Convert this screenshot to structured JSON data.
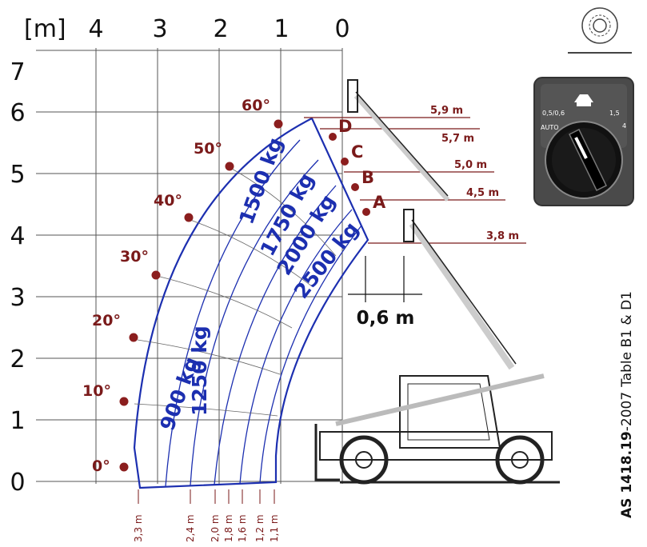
{
  "chart_data": {
    "type": "diagram",
    "x_unit_label": "[m]",
    "x_ticks": [
      "4",
      "3",
      "2",
      "1",
      "0"
    ],
    "y_ticks": [
      "0",
      "1",
      "2",
      "3",
      "4",
      "5",
      "6",
      "7"
    ],
    "angle_labels": [
      "0°",
      "10°",
      "20°",
      "30°",
      "40°",
      "50°",
      "60°"
    ],
    "point_labels": [
      "D",
      "C",
      "B",
      "A"
    ],
    "height_labels": [
      "5,9 m",
      "5,7 m",
      "5,0 m",
      "4,5 m",
      "3,8 m"
    ],
    "reach_labels": [
      "3,3 m",
      "2,4 m",
      "2,0 m",
      "1,8 m",
      "1,6 m",
      "1,2 m",
      "1,1 m"
    ],
    "load_zones": [
      "900 kg",
      "1250 kg",
      "1500 kg",
      "1750 kg",
      "2000 kg",
      "2500 kg"
    ],
    "offset_label": "0,6 m",
    "standard": {
      "code": "AS 1418.19",
      "year": "-2007",
      "suffix": "Table B1 & D1"
    },
    "selector": {
      "positions": [
        "0,5/0,6",
        "1,5",
        "4",
        "AUTO"
      ]
    },
    "colors": {
      "envelope": "#1c2fb0",
      "points": "#7a1a1a",
      "grid": "#555555"
    }
  }
}
